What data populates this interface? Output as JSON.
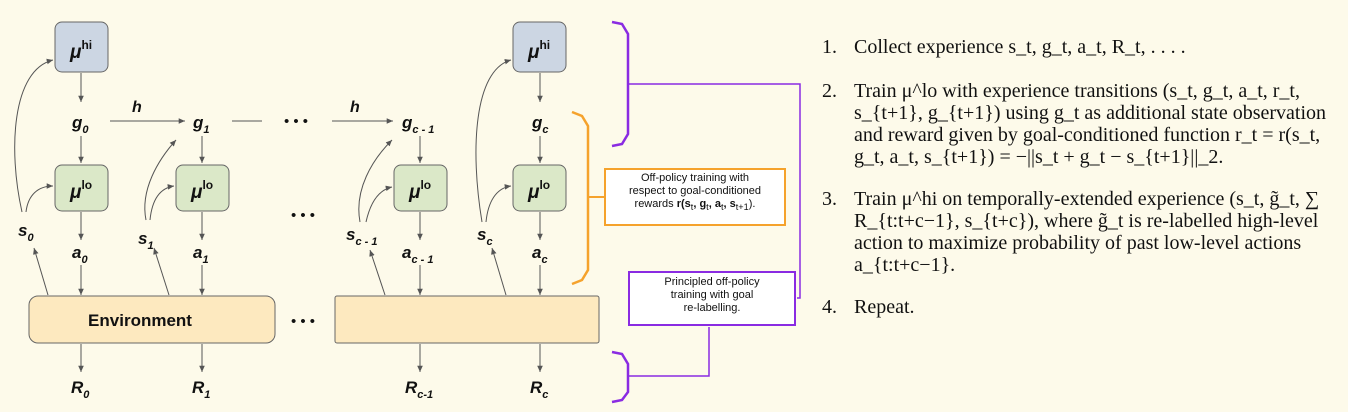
{
  "diagram": {
    "mu_hi": {
      "base": "μ",
      "sup": "hi"
    },
    "mu_lo": {
      "base": "μ",
      "sup": "lo"
    },
    "goals": [
      {
        "base": "g",
        "sub": "0"
      },
      {
        "base": "g",
        "sub": "1"
      },
      {
        "base": "g",
        "sub": "c - 1"
      },
      {
        "base": "g",
        "sub": "c"
      }
    ],
    "states": [
      {
        "base": "s",
        "sub": "0"
      },
      {
        "base": "s",
        "sub": "1"
      },
      {
        "base": "s",
        "sub": "c - 1"
      },
      {
        "base": "s",
        "sub": "c"
      }
    ],
    "actions": [
      {
        "base": "a",
        "sub": "0"
      },
      {
        "base": "a",
        "sub": "1"
      },
      {
        "base": "a",
        "sub": "c - 1"
      },
      {
        "base": "a",
        "sub": "c"
      }
    ],
    "rewards": [
      {
        "base": "R",
        "sub": "0"
      },
      {
        "base": "R",
        "sub": "1"
      },
      {
        "base": "R",
        "sub": "c-1"
      },
      {
        "base": "R",
        "sub": "c"
      }
    ],
    "h_label": "h",
    "ellipsis": "• • •",
    "environment_label": "Environment",
    "note_offpolicy": {
      "line1": "Off-policy training with",
      "line2": "respect to goal-conditioned",
      "line3_prefix": "rewards ",
      "line3_formula": "r(s",
      "line3_formula_b": "t",
      "line3_formula_c": ", g",
      "line3_formula_d": "t",
      "line3_formula_e": ", a",
      "line3_formula_f": "t",
      "line3_formula_g": ", s",
      "line3_formula_h": "t+1",
      "line3_suffix": ")."
    },
    "note_relabel": {
      "line1": "Principled off-policy",
      "line2": "training with goal",
      "line3": "re-labelling."
    },
    "colors": {
      "mu_hi_fill": "#ccd6e3",
      "mu_lo_fill": "#dbe8c8",
      "env_fill": "#fde9bf",
      "orange": "#f5a22c",
      "purple": "#8a2be2",
      "arrow": "#555555"
    }
  },
  "steps": [
    {
      "num": "1.",
      "text": "Collect experience s_t, g_t, a_t, R_t, . . . ."
    },
    {
      "num": "2.",
      "text": "Train μ^lo with experience transitions (s_t, g_t, a_t, r_t, s_{t+1}, g_{t+1}) using g_t as additional state observation and reward given by goal-conditioned function r_t = r(s_t, g_t, a_t, s_{t+1}) = −||s_t + g_t − s_{t+1}||_2."
    },
    {
      "num": "3.",
      "text": "Train μ^hi on temporally-extended experience (s_t, g̃_t, ∑ R_{t:t+c−1}, s_{t+c}), where g̃_t is re-labelled high-level action to maximize probability of past low-level actions a_{t:t+c−1}."
    },
    {
      "num": "4.",
      "text": "Repeat."
    }
  ]
}
